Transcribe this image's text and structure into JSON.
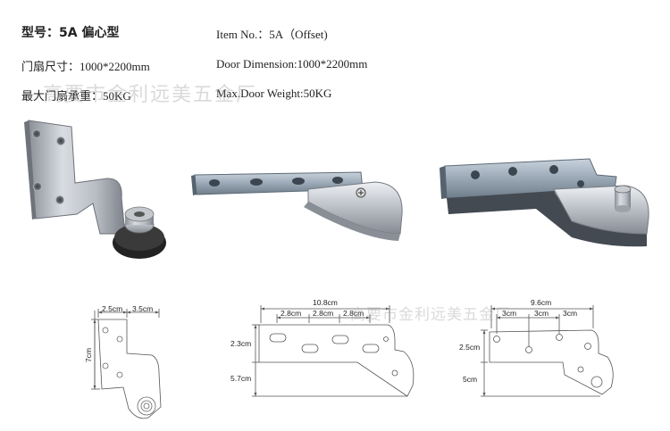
{
  "header": {
    "model_label": "型号：5A 偏心型",
    "item_no": "Item No.：5A（Offset)",
    "door_size_cn": "门扇尺寸：1000*2200mm",
    "door_dimension_en": "Door Dimension:1000*2200mm",
    "max_weight_cn": "最大门扇承重：50KG",
    "max_weight_en": "Max.Door Weight:50KG"
  },
  "watermark": {
    "top": "高要市金利远美五金厂",
    "bottom": "高要市金利远美五金厂"
  },
  "drawing_left": {
    "dim_a": "2.5cm",
    "dim_b": "3.5cm",
    "dim_height": "7cm"
  },
  "drawing_middle": {
    "dim_total": "10.8cm",
    "dim_1": "2.8cm",
    "dim_2": "2.8cm",
    "dim_3": "2.8cm",
    "dim_top_h": "2.3cm",
    "dim_bottom_h": "5.7cm"
  },
  "drawing_right": {
    "dim_total": "9.6cm",
    "dim_1": "3cm",
    "dim_2": "3cm",
    "dim_3": "3cm",
    "dim_top_h": "2.5cm",
    "dim_bottom_h": "5cm"
  }
}
